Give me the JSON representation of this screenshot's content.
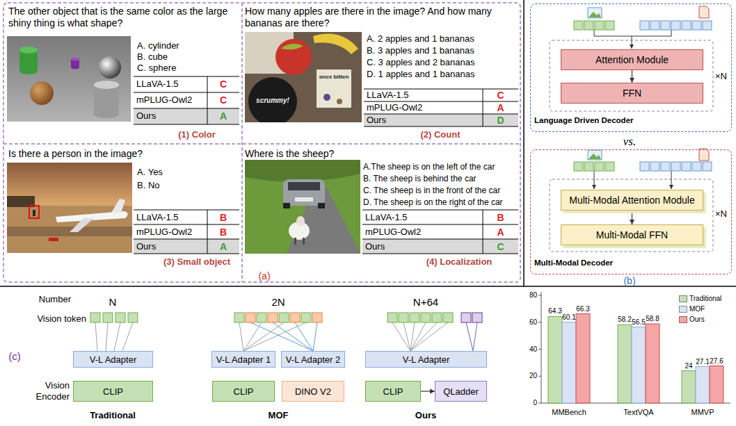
{
  "diagram": {
    "nodes": [
      {
        "text": [
          "Language Driven Decoder"
        ]
      },
      {
        "text": [
          "Attention Module"
        ],
        "in": 0
      },
      {
        "text": [
          "FFN"
        ],
        "in": 0
      },
      {
        "text": [
          "Multi-Modal Decoder"
        ]
      },
      {
        "text": [
          "Multi-Modal Attention Module"
        ],
        "in": 3
      },
      {
        "text": [
          "Multi-Modal FFN"
        ],
        "in": 3
      },
      {
        "text": [
          "V-L Adapter"
        ]
      },
      {
        "text": [
          "CLIP"
        ]
      },
      {
        "text": [
          "V-L Adapter 1"
        ]
      },
      {
        "text": [
          "V-L Adapter 2"
        ]
      },
      {
        "text": [
          "CLIP"
        ]
      },
      {
        "text": [
          "DINO V2"
        ]
      },
      {
        "text": [
          "V-L Adapter"
        ]
      },
      {
        "text": [
          "CLIP"
        ]
      },
      {
        "text": [
          "QLadder"
        ]
      }
    ],
    "edges": [
      {
        "from": 1,
        "to": 2,
        "arrow": "to"
      },
      {
        "from": 4,
        "to": 5,
        "arrow": "to"
      },
      {
        "from": 13,
        "to": 14,
        "arrow": "to"
      }
    ],
    "labels": [
      "The other object that is the same color as the large shiny thing is what shape?",
      "A. cylinder",
      "B. cube",
      "C. sphere",
      "LLaVA-1.5",
      "C",
      "mPLUG-Owl2",
      "C",
      "Ours",
      "A",
      "(1) Color",
      "How many apples are there in the image? And how many bananas are there?",
      "A. 2 apples and 1 bananas",
      "B. 3 apples and 1 bananas",
      "C. 3 apples and 2 bananas",
      "D. 1 apples and 1 bananas",
      "scrummy!",
      "once bitten",
      "LLaVA-1.5",
      "C",
      "mPLUG-Owl2",
      "A",
      "Ours",
      "D",
      "(2) Count",
      "Is there a person in the image?",
      "A. Yes",
      "B. No",
      "LLaVA-1.5",
      "B",
      "mPLUG-Owl2",
      "B",
      "Ours",
      "A",
      "(3) Small object",
      "Where is the sheep?",
      "A.The sheep is on the left of the car",
      "B. The sheep is behind the car",
      "C. The sheep is in the front of the car",
      "D. The sheep is on the right of the car",
      "LLaVA-1.5",
      "B",
      "mPLUG-Owl2",
      "A",
      "Ours",
      "C",
      "(4) Localization",
      "(a)",
      "×N",
      "vs.",
      "×N",
      "(b)",
      "Number",
      "Vision token",
      "Vision Encoder",
      "N",
      "2N",
      "N+64",
      "Traditional",
      "MOF",
      "Ours",
      "(c)",
      "80",
      "60",
      "40",
      "20",
      "0",
      "64.3",
      "60.1",
      "66.3",
      "58.2",
      "56.5",
      "58.8",
      "24",
      "27.1",
      "27.6",
      "MMBench",
      "TextVQA",
      "MMVP"
    ],
    "legend": [
      {
        "text": "Traditional",
        "color": "#c5e0b4"
      },
      {
        "text": "MOF",
        "color": "#dae3f3"
      },
      {
        "text": "Ours",
        "color": "#f4a6a6"
      }
    ]
  }
}
